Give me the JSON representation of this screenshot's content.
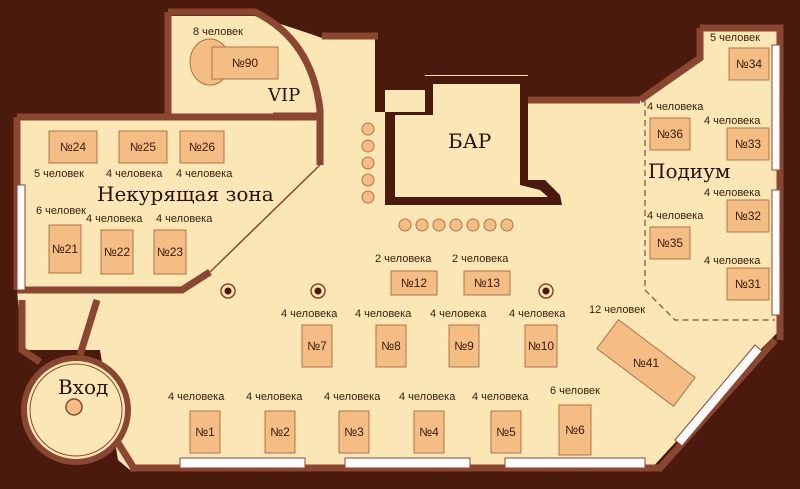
{
  "zones": {
    "non_smoking": "Некурящая зона",
    "vip": "VIP",
    "bar": "БАР",
    "podium": "Подиум",
    "entrance": "Вход"
  },
  "tables": [
    {
      "id": "t90",
      "label": "№90",
      "capacity": "8 человек"
    },
    {
      "id": "t24",
      "label": "№24",
      "capacity": "5 человек"
    },
    {
      "id": "t25",
      "label": "№25",
      "capacity": "4 человека"
    },
    {
      "id": "t26",
      "label": "№26",
      "capacity": "4 человека"
    },
    {
      "id": "t21",
      "label": "№21",
      "capacity": "6 человек"
    },
    {
      "id": "t22",
      "label": "№22",
      "capacity": "4 человека"
    },
    {
      "id": "t23",
      "label": "№23",
      "capacity": "4 человека"
    },
    {
      "id": "t12",
      "label": "№12",
      "capacity": "2 человека"
    },
    {
      "id": "t13",
      "label": "№13",
      "capacity": "2 человека"
    },
    {
      "id": "t7",
      "label": "№7",
      "capacity": "4 человека"
    },
    {
      "id": "t8",
      "label": "№8",
      "capacity": "4 человека"
    },
    {
      "id": "t9",
      "label": "№9",
      "capacity": "4 человека"
    },
    {
      "id": "t10",
      "label": "№10",
      "capacity": "4 человека"
    },
    {
      "id": "t41",
      "label": "№41",
      "capacity": "12 человек"
    },
    {
      "id": "t1",
      "label": "№1",
      "capacity": "4 человека"
    },
    {
      "id": "t2",
      "label": "№2",
      "capacity": "4 человека"
    },
    {
      "id": "t3",
      "label": "№3",
      "capacity": "4 человека"
    },
    {
      "id": "t4",
      "label": "№4",
      "capacity": "4 человека"
    },
    {
      "id": "t5",
      "label": "№5",
      "capacity": "4 человека"
    },
    {
      "id": "t6",
      "label": "№6",
      "capacity": "6 человек"
    },
    {
      "id": "t34",
      "label": "№34",
      "capacity": "5 человек"
    },
    {
      "id": "t36",
      "label": "№36",
      "capacity": "4 человека"
    },
    {
      "id": "t33",
      "label": "№33",
      "capacity": "4 человека"
    },
    {
      "id": "t32",
      "label": "№32",
      "capacity": "4 человека"
    },
    {
      "id": "t35",
      "label": "№35",
      "capacity": "4 человека"
    },
    {
      "id": "t31",
      "label": "№31",
      "capacity": "4 человека"
    }
  ],
  "colors": {
    "background": "#4a1a0c",
    "floor": "#fbe7b5",
    "wall": "#8a4630",
    "table": "#f3bd84",
    "window": "#ffffff"
  }
}
